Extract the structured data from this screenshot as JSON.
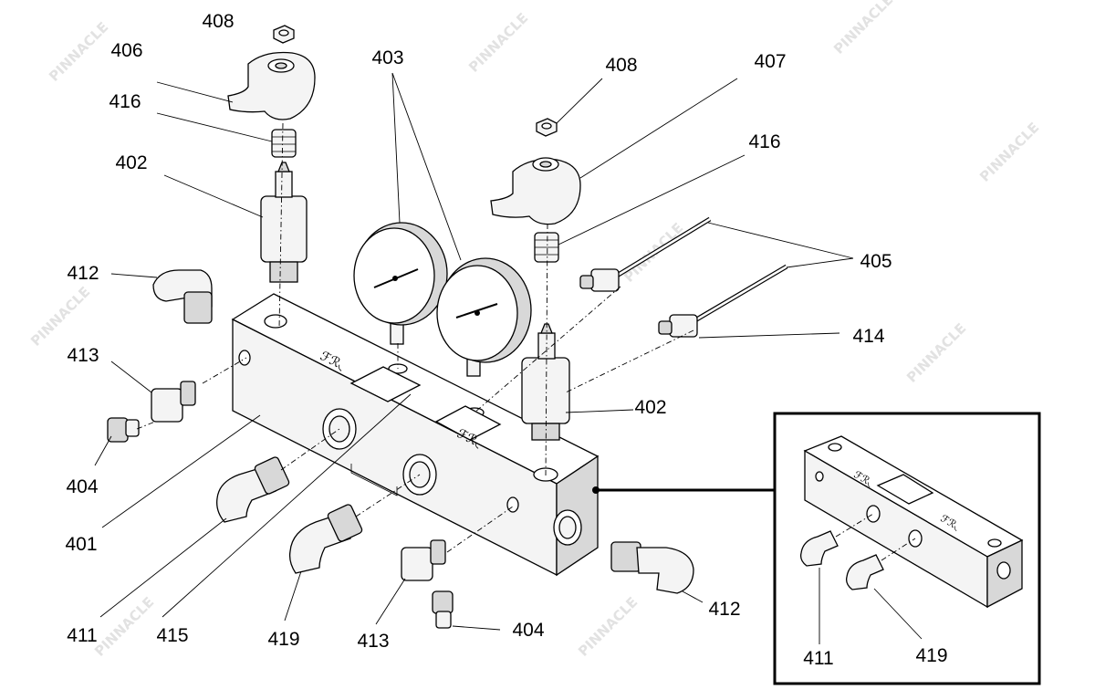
{
  "watermark": "PINNACLE",
  "callouts": {
    "c408a": "408",
    "c406": "406",
    "c416a": "416",
    "c402a": "402",
    "c412a": "412",
    "c413a": "413",
    "c404a": "404",
    "c401": "401",
    "c411": "411",
    "c415": "415",
    "c419": "419",
    "c413b": "413",
    "c404b": "404",
    "c412b": "412",
    "c403": "403",
    "c408b": "408",
    "c407": "407",
    "c416b": "416",
    "c405": "405",
    "c414": "414",
    "c402b": "402"
  },
  "inset": {
    "c411": "411",
    "c419": "419"
  }
}
